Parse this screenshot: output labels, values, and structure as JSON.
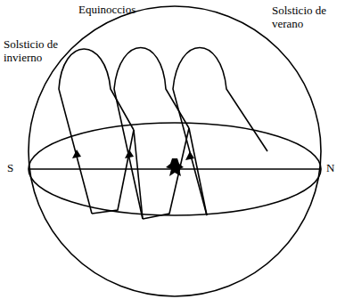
{
  "diagram": {
    "labels": [
      "Solsticio de invierno",
      "Equinoccios",
      "Solsticio de verano",
      "S",
      "N"
    ]
  }
}
